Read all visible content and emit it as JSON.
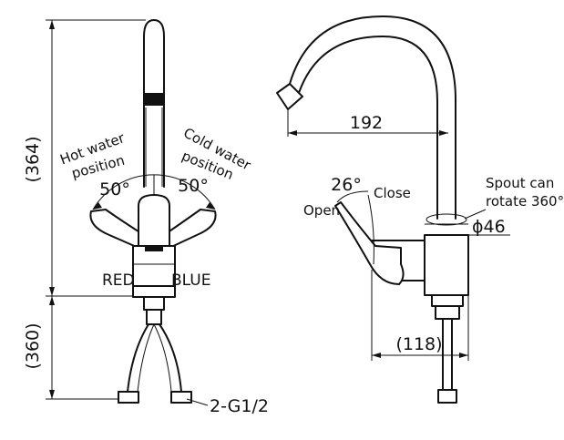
{
  "colors": {
    "ink": "#111111",
    "background": "#ffffff"
  },
  "front_view": {
    "height_upper": "(364)",
    "height_lower": "(360)",
    "hot_label_line1": "Hot water",
    "hot_label_line2": "position",
    "cold_label_line1": "Cold water",
    "cold_label_line2": "position",
    "hot_angle": "50°",
    "cold_angle": "50°",
    "red_label": "RED",
    "blue_label": "BLUE",
    "connector": "2-G1/2"
  },
  "side_view": {
    "reach": "192",
    "handle_angle": "26°",
    "open_label": "Open",
    "close_label": "Close",
    "spout_note_line1": "Spout can",
    "spout_note_line2": "rotate 360°",
    "diameter": "ϕ46",
    "base_depth": "(118)"
  }
}
